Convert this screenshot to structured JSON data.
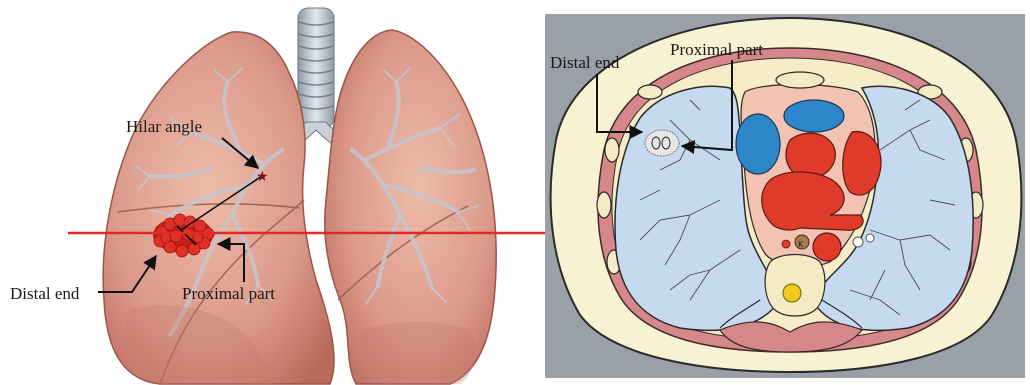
{
  "left_panel": {
    "labels": {
      "hilar_angle": "Hilar angle",
      "distal_end": "Distal end",
      "proximal_part": "Proximal part"
    }
  },
  "right_panel": {
    "labels": {
      "distal_end": "Distal end",
      "proximal_part": "Proximal part"
    },
    "vertebra_marker": "K"
  },
  "colors": {
    "lung_tissue": "#dd9a88",
    "lung_shadow": "#b8685a",
    "nodule": "#d92b22",
    "section_line": "#e02a24",
    "ct_lung": "#c5d9ef",
    "artery": "#e03a2b",
    "vein": "#2c86c8",
    "body_fat": "#f8f1d2",
    "muscle": "#d6878a",
    "spinal_cord": "#f2c81f"
  }
}
